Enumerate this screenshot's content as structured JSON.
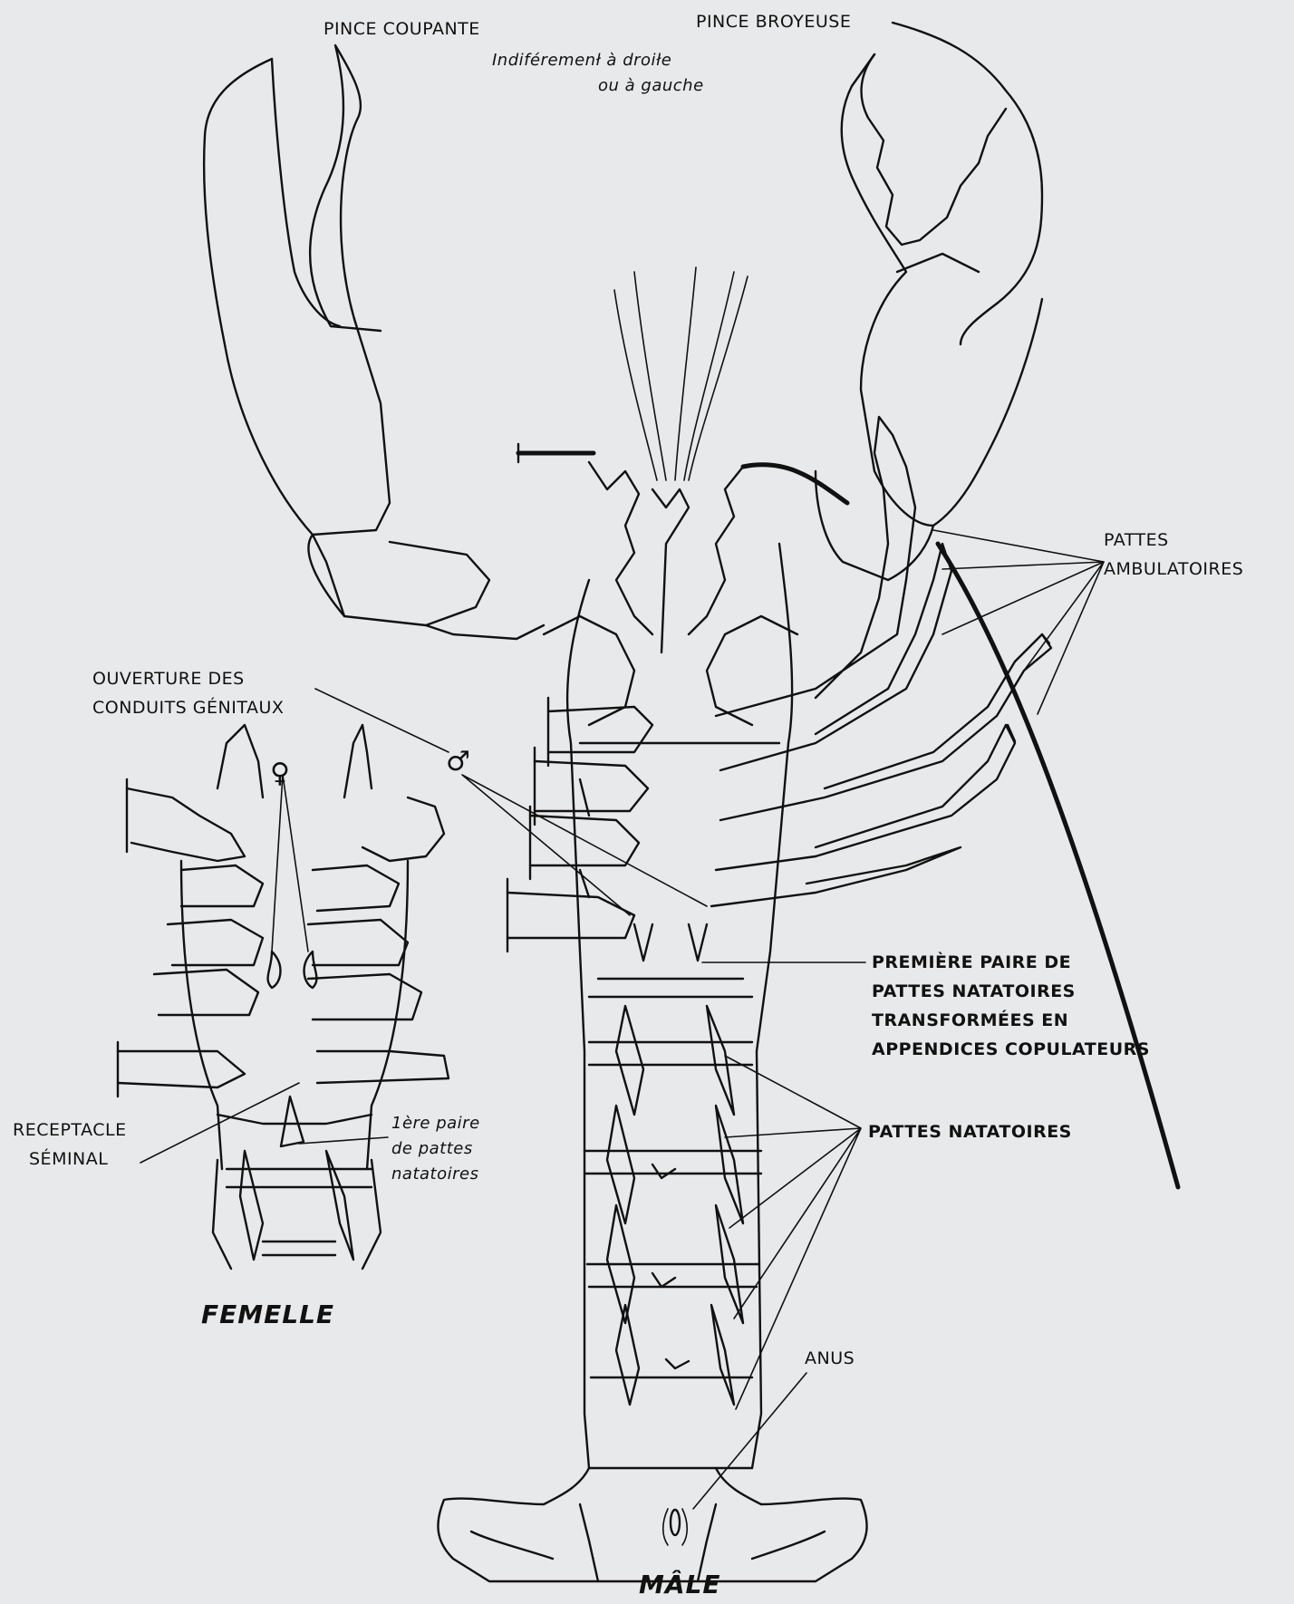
{
  "colors": {
    "background": "#e8e9ea",
    "ink": "#111111"
  },
  "labels": {
    "pince_coupante": "PINCE COUPANTE",
    "pince_broyeuse": "PINCE BROYEUSE",
    "indifferement_1": "Indiféremenł à droiłe",
    "indifferement_2": "ou à gauche",
    "pattes_ambulatoires_1": "PATTES",
    "pattes_ambulatoires_2": "AMBULATOIRES",
    "ouverture_1": "OUVERTURE DES",
    "ouverture_2": "CONDUITS GÉNITAUX",
    "premiere_paire_1": "PREMIÈRE PAIRE DE",
    "premiere_paire_2": "PATTES NATATOIRES",
    "premiere_paire_3": "TRANSFORMÉES EN",
    "premiere_paire_4": "APPENDICES COPULATEURS",
    "pattes_natatoires": "PATTES NATATOIRES",
    "receptacle_1": "RECEPTACLE",
    "receptacle_2": "SÉMINAL",
    "paire_1": "1ère paire",
    "paire_2": "de pattes",
    "paire_3": "natatoires",
    "femelle": "FEMELLE",
    "anus": "ANUS",
    "male": "MÂLE"
  },
  "symbols": {
    "female": "♀",
    "male": "♂"
  }
}
